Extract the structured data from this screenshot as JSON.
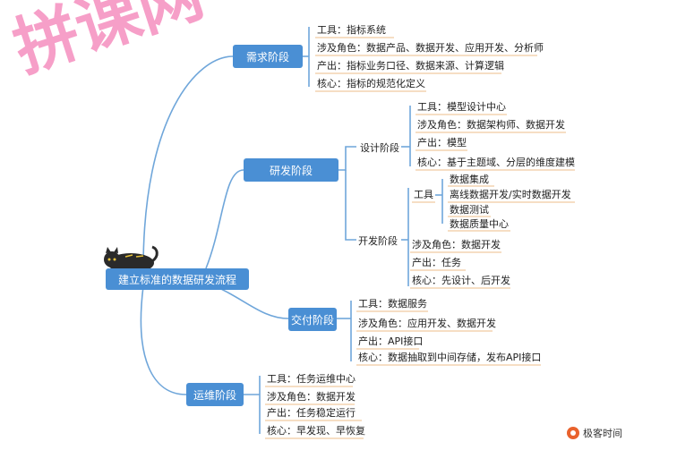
{
  "watermark": "拼课网",
  "root": {
    "label": "建立标准的数据研发流程"
  },
  "stages": {
    "demand": {
      "label": "需求阶段",
      "items": [
        "工具：指标系统",
        "涉及角色：数据产品、数据开发、应用开发、分析师",
        "产出：指标业务口径、数据来源、计算逻辑",
        "核心：指标的规范化定义"
      ]
    },
    "develop": {
      "label": "研发阶段",
      "design": {
        "label": "设计阶段",
        "items": [
          "工具：模型设计中心",
          "涉及角色：数据架构师、数据开发",
          "产出：模型",
          "核心：基于主题域、分层的维度建模"
        ]
      },
      "build": {
        "label": "开发阶段",
        "tools_label": "工具",
        "tools": [
          "数据集成",
          "离线数据开发/实时数据开发",
          "数据测试",
          "数据质量中心"
        ],
        "items": [
          "涉及角色：数据开发",
          "产出：任务",
          "核心：先设计、后开发"
        ]
      }
    },
    "delivery": {
      "label": "交付阶段",
      "items": [
        "工具：数据服务",
        "涉及角色：应用开发、数据开发",
        "产出：API接口",
        "核心：数据抽取到中间存储，发布API接口"
      ]
    },
    "ops": {
      "label": "运维阶段",
      "items": [
        "工具：任务运维中心",
        "涉及角色：数据开发",
        "产出：任务稳定运行",
        "核心：早发现、早恢复"
      ]
    }
  },
  "brand": {
    "name": "极客时间"
  },
  "colors": {
    "node": "#4a8fd4",
    "line": "#6fa6da",
    "leaf_underline": "#f0c9a0",
    "watermark": "#f58fbf",
    "brand": "#e9622d"
  },
  "icons": [
    "cat-icon",
    "paw-icon"
  ]
}
